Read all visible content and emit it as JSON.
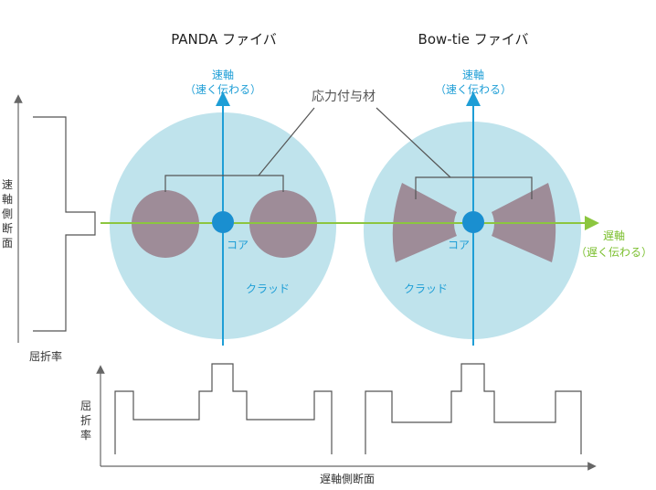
{
  "titles": {
    "panda": "PANDA ファイバ",
    "bowtie": "Bow-tie ファイバ"
  },
  "fast_axis": {
    "label": "速軸",
    "note": "（速く伝わる）"
  },
  "slow_axis": {
    "label": "遅軸",
    "note": "（遅く伝わる）"
  },
  "stress_member": "応力付与材",
  "core_label": "コア",
  "cladding_label": "クラッド",
  "left_profile": {
    "section_label": [
      "速",
      "軸",
      "側",
      "断",
      "面"
    ],
    "axis_label": "屈折率"
  },
  "bottom_profile": {
    "axis_label": [
      "屈",
      "折",
      "率"
    ],
    "section_label": "遅軸側断面"
  },
  "colors": {
    "cladding": "#bfe3ec",
    "stress": "#9e8c98",
    "core": "#1a8fd0",
    "fast_axis": "#1e9ed6",
    "slow_axis": "#8cc63f",
    "profile_line": "#555555"
  }
}
